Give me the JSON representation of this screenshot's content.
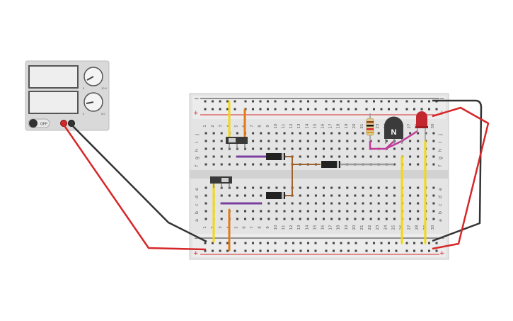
{
  "power_supply": {
    "off_label": "OFF",
    "knob1_labels": [
      "0",
      "10.0"
    ],
    "knob2_labels": [
      "0",
      "5.0"
    ],
    "knob1_icon": "voltage-knob-icon",
    "knob2_icon": "current-knob-icon"
  },
  "breadboard": {
    "columns": [
      "1",
      "2",
      "3",
      "4",
      "5",
      "6",
      "7",
      "8",
      "9",
      "10",
      "11",
      "12",
      "13",
      "14",
      "15",
      "16",
      "17",
      "18",
      "19",
      "20",
      "21",
      "22",
      "23",
      "24",
      "25",
      "26",
      "27",
      "28",
      "29",
      "30"
    ],
    "rows_top": [
      "j",
      "i",
      "h",
      "g",
      "f"
    ],
    "rows_bottom": [
      "e",
      "d",
      "c",
      "b",
      "a"
    ],
    "rail_minus": "−",
    "rail_plus": "+"
  },
  "components": {
    "transistor_label": "N",
    "led_color": "#c1272d"
  },
  "colors": {
    "wire_red": "#d62728",
    "wire_black": "#333333",
    "wire_yellow": "#f5d90a",
    "wire_orange": "#e07b1a",
    "wire_purple": "#7b3fa0",
    "wire_brown": "#a0622d",
    "wire_gray": "#9a9a9a",
    "wire_magenta": "#c23a9a"
  }
}
